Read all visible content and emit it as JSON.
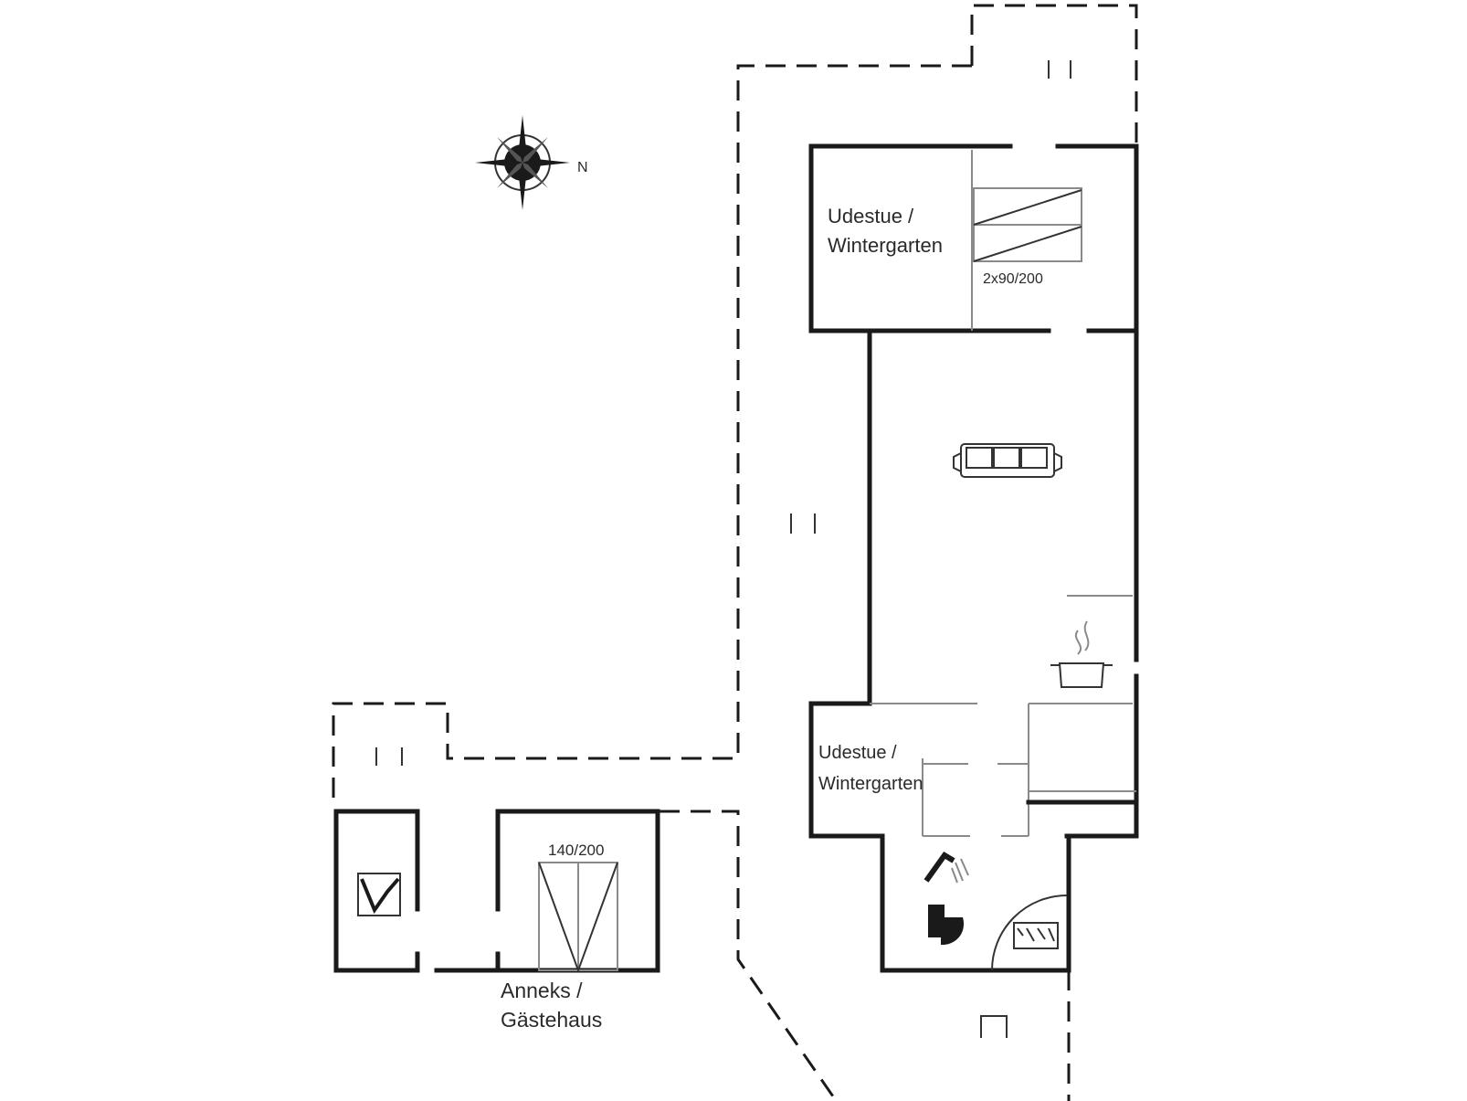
{
  "compass": {
    "north_label": "N"
  },
  "rooms": {
    "sunroom_top": {
      "line1": "Udestue /",
      "line2": "Wintergarten"
    },
    "sunroom_bottom": {
      "line1": "Udestue /",
      "line2": "Wintergarten"
    },
    "annex": {
      "line1": "Anneks /",
      "line2": "Gästehaus"
    }
  },
  "beds": {
    "twin": "2x90/200",
    "double": "140/200"
  },
  "icons": {
    "compass": "compass-rose-icon",
    "sofa": "sofa-icon",
    "stove": "cooking-pot-icon",
    "shower": "shower-icon",
    "toilet": "toilet-icon",
    "washer": "washing-machine-icon",
    "sauna": "sauna-icon"
  },
  "colors": {
    "wall": "#1a1a1a",
    "background": "#ffffff"
  }
}
